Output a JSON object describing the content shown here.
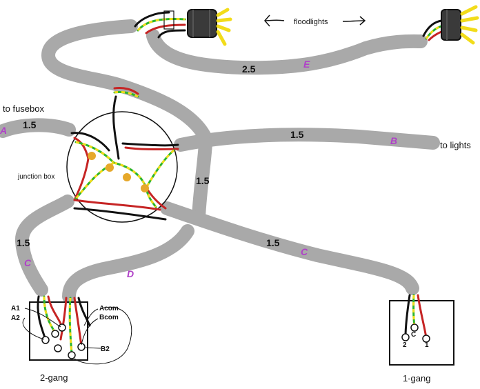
{
  "labels": {
    "to_fusebox": "to fusebox",
    "junction_box": "junction box",
    "to_lights": "to lights",
    "floodlights": "floodlights",
    "two_gang": "2-gang",
    "one_gang": "1-gang"
  },
  "cables": {
    "A": {
      "letter": "A",
      "size": "1.5"
    },
    "B": {
      "letter": "B",
      "size": "1.5"
    },
    "C_left": {
      "letter": "C",
      "size": "1.5"
    },
    "C_right": {
      "letter": "C",
      "size": "1.5"
    },
    "D": {
      "letter": "D"
    },
    "E": {
      "letter": "E",
      "size": "2.5"
    },
    "junction_down": {
      "size": "1.5"
    }
  },
  "two_gang_terminals": {
    "a1": "A1",
    "a2": "A2",
    "acom": "Acom",
    "bcom": "Bcom",
    "b2": "B2"
  },
  "one_gang_terminals": {
    "t2": "2",
    "c": "C",
    "t1": "1"
  },
  "colors": {
    "cable": "#a9a9a9",
    "live": "#c62424",
    "neutral": "#111111",
    "earth_green": "#2db52d",
    "earth_yellow": "#f2dc1a",
    "connector": "#e6a82a",
    "lamp": "#3a3a3a",
    "lamp_beam": "#f2dc1a",
    "cable_letter": "#b040c8"
  },
  "icons": {
    "floodlight_left": "floodlight-icon",
    "floodlight_right": "floodlight-icon",
    "arrow_left": "arrow-left-icon",
    "arrow_right": "arrow-right-icon"
  }
}
